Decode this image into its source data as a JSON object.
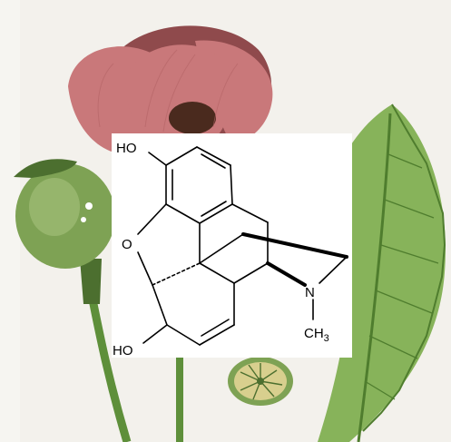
{
  "image_kind": "botanical illustration with chemical structure overlay",
  "colors": {
    "background": "#f3f1ec",
    "petal": "#c9787a",
    "petal_dark": "#8f4a4c",
    "flower_center": "#4a2a1e",
    "pod_green": "#7ea254",
    "pod_dark": "#4c6f2f",
    "stem_green": "#5e8f3a",
    "leaf_green": "#87b35a",
    "leaf_dark": "#4f7d2e",
    "bud_cream": "#d8cf8e",
    "panel": "#ffffff",
    "bond": "#000000"
  },
  "structure": {
    "labels": {
      "hydroxyl_top": "HO",
      "ring_oxygen": "O",
      "nitrogen": "N",
      "methyl_main": "CH",
      "methyl_sub": "3",
      "hydroxyl_bottom": "HO"
    }
  }
}
